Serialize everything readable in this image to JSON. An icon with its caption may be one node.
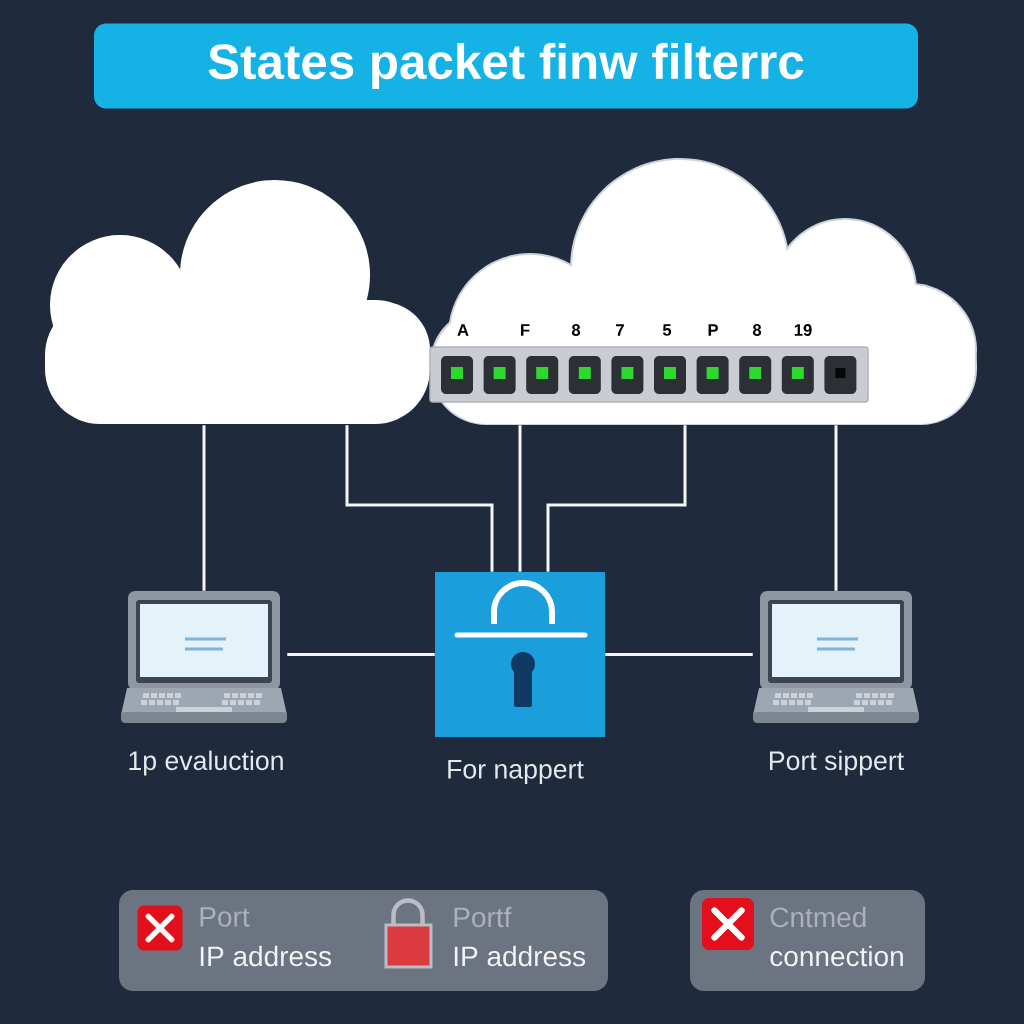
{
  "diagram": {
    "title": "States packet finw filterrc",
    "nodes": [
      {
        "text": [],
        "shape": "cloud"
      },
      {
        "text": [],
        "shape": "cloud"
      },
      {
        "text": [],
        "shape": "picture",
        "beside": [
          "1p evaluction"
        ]
      },
      {
        "text": [],
        "shape": "box",
        "beside": [
          "For nappert"
        ]
      },
      {
        "text": [],
        "shape": "picture",
        "beside": [
          "Port sippert"
        ]
      },
      {
        "text": [
          "Port",
          "IP address",
          "Portf",
          "IP address"
        ]
      },
      {
        "text": [
          "Cntmed",
          "connection"
        ]
      }
    ],
    "edges": [
      {
        "from": 0,
        "to": 2,
        "arrow": "none"
      },
      {
        "from": 0,
        "to": 3,
        "arrow": "none"
      },
      {
        "from": 1,
        "to": 3,
        "arrow": "none"
      },
      {
        "from": 1,
        "to": 3,
        "arrow": "none"
      },
      {
        "from": 1,
        "to": 4,
        "arrow": "none"
      },
      {
        "from": 2,
        "to": 3,
        "arrow": "none"
      },
      {
        "from": 3,
        "to": 4,
        "arrow": "none"
      }
    ],
    "labels": [
      "A",
      "F",
      "8",
      "7",
      "5",
      "P",
      "8",
      "19"
    ]
  }
}
